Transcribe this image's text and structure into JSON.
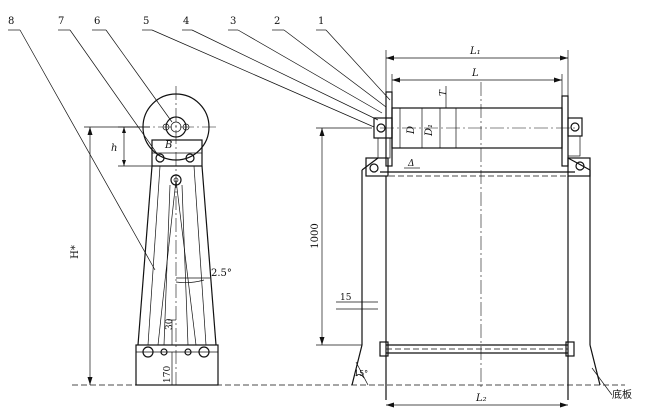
{
  "callouts": [
    "1",
    "2",
    "3",
    "4",
    "5",
    "6",
    "7",
    "8"
  ],
  "dimensions": {
    "L1": "L₁",
    "L": "L",
    "L2": "L₂",
    "T": "T",
    "D": "D",
    "D1": "D₁",
    "delta": "Δ",
    "h": "h",
    "B": "B",
    "H": "H*",
    "height_1000": "1000",
    "dim_15": "15",
    "dim_30": "30",
    "dim_170": "170",
    "angle_25": "2.5°",
    "angle_15": "15°"
  },
  "labels": {
    "base_plate": "底板"
  }
}
